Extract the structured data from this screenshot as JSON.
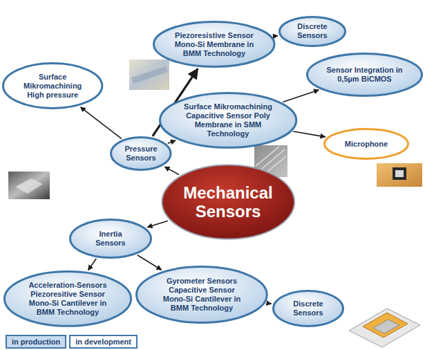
{
  "diagram": {
    "nodes": [
      {
        "text": [
          "Discrete Sensors"
        ]
      },
      {
        "text": [
          "Piezoresistive Sensor Mono-Si Membrane in BMM Technology"
        ]
      },
      {
        "text": [
          "Sensor Integration in 0,5µm BiCMOS"
        ]
      },
      {
        "text": [
          "Surface Mikromachining High pressure"
        ]
      },
      {
        "text": [
          "Surface Mikromachining Capacitive Sensor Poly Membrane in SMM Technology"
        ]
      },
      {
        "text": [
          "Pressure Sensors"
        ]
      },
      {
        "text": [
          "Microphone"
        ]
      },
      {
        "text": [
          "Mechanical Sensors"
        ]
      },
      {
        "text": [
          "Inertia Sensors"
        ]
      },
      {
        "text": [
          "Acceleration-Sensors Piezoresitive Sensor Mono-Si Cantilever in BMM Technology"
        ]
      },
      {
        "text": [
          "Gyrometer Sensors Capacitive Sensor Mono-Si Cantilever in BMM Technology"
        ]
      },
      {
        "text": [
          "Discrete Sensors"
        ]
      }
    ],
    "edges": [
      {
        "from": 7,
        "to": 5,
        "arrow": "to"
      },
      {
        "from": 5,
        "to": 3,
        "arrow": "to"
      },
      {
        "from": 5,
        "to": 1,
        "arrow": "to"
      },
      {
        "from": 5,
        "to": 4,
        "arrow": "to"
      },
      {
        "from": 1,
        "to": 0,
        "arrow": "to"
      },
      {
        "from": 4,
        "to": 2,
        "arrow": "to"
      },
      {
        "from": 4,
        "to": 6,
        "arrow": "to"
      },
      {
        "from": 7,
        "to": 8,
        "arrow": "to"
      },
      {
        "from": 8,
        "to": 9,
        "arrow": "to"
      },
      {
        "from": 8,
        "to": 10,
        "arrow": "to"
      },
      {
        "from": 10,
        "to": 11,
        "arrow": "to"
      }
    ],
    "legend": [
      {
        "text": "in production"
      },
      {
        "text": "in development"
      }
    ]
  }
}
